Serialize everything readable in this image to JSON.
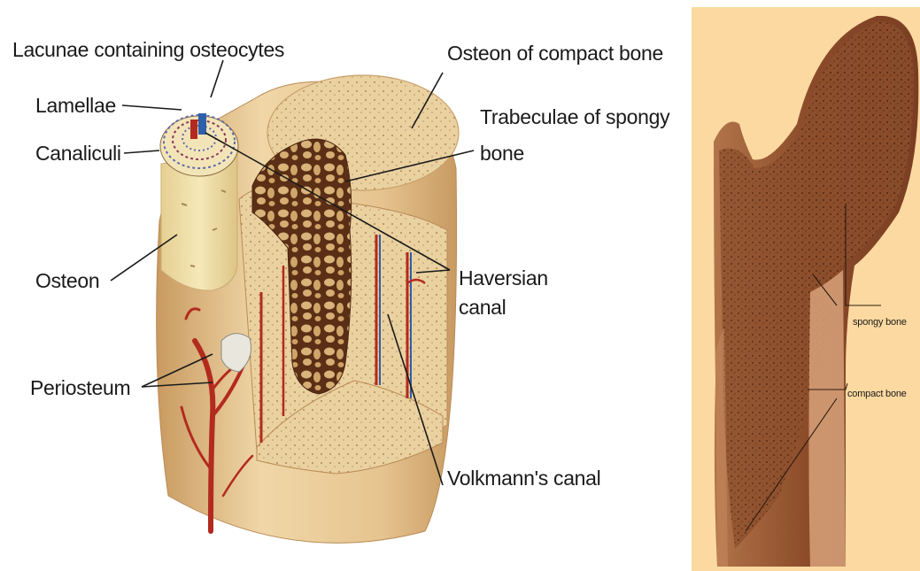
{
  "bone_illustration": {
    "labels": {
      "lacunae": "Lacunae containing osteocytes",
      "lamellae": "Lamellae",
      "canaliculi": "Canaliculi",
      "osteon": "Osteon",
      "periosteum": "Periosteum",
      "osteon_compact": "Osteon of compact bone",
      "trabeculae_line1": "Trabeculae of  spongy",
      "trabeculae_line2": "bone",
      "haversian_line1": "Haversian",
      "haversian_line2": "canal",
      "volkmann": "Volkmann's canal"
    },
    "colors": {
      "bone_light": "#f1dcb0",
      "bone_mid": "#e3c28a",
      "bone_dark": "#6b3a1e",
      "vessel_red": "#b32a1f",
      "vessel_blue": "#2f5fa8"
    }
  },
  "femur_photo": {
    "labels": {
      "spongy": "spongy bone",
      "compact": "compact bone"
    },
    "colors": {
      "background": "#fcd9a0",
      "bone_brown": "#8a4a2a"
    }
  }
}
